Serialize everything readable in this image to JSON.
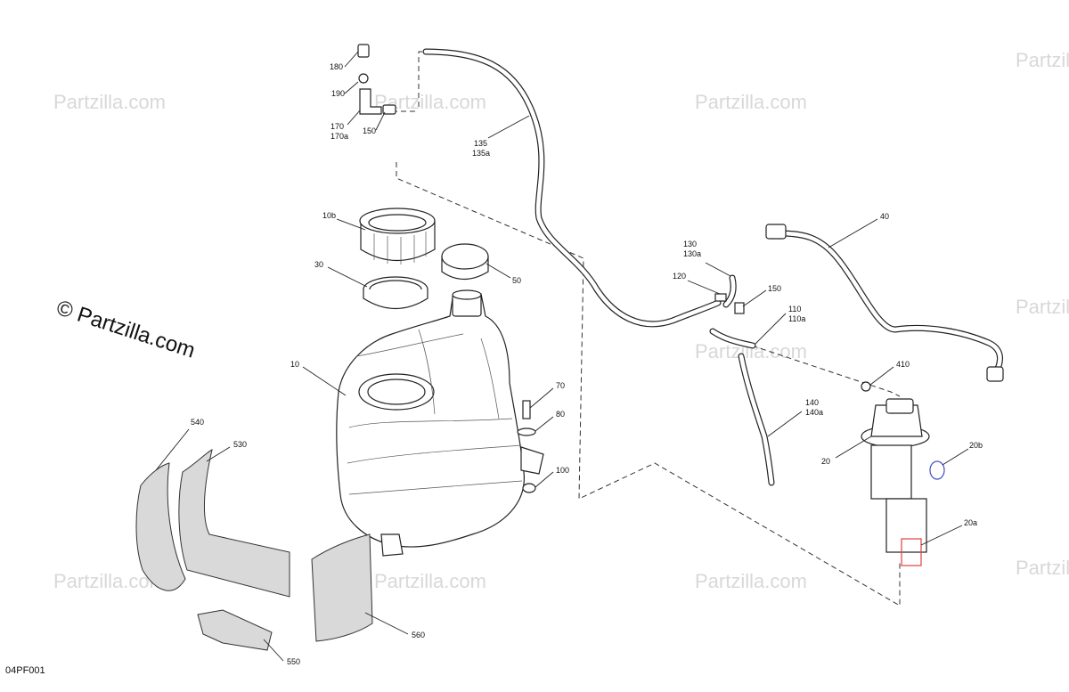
{
  "watermark": {
    "text": "© Partzilla.com",
    "repeat_text": "Partzilla.com"
  },
  "diagram_code": "04PF001",
  "callouts": {
    "c180": "180",
    "c190": "190",
    "c170": "170",
    "c170a": "170a",
    "c150_top": "150",
    "c135": "135",
    "c135a": "135a",
    "c10b": "10b",
    "c30": "30",
    "c50": "50",
    "c10": "10",
    "c70": "70",
    "c80": "80",
    "c100": "100",
    "c540": "540",
    "c530": "530",
    "c560": "560",
    "c550": "550",
    "c130": "130",
    "c130a": "130a",
    "c120": "120",
    "c150_mid": "150",
    "c110": "110",
    "c110a": "110a",
    "c40": "40",
    "c410": "410",
    "c140": "140",
    "c140a": "140a",
    "c20": "20",
    "c20b": "20b",
    "c20a": "20a"
  },
  "colors": {
    "line": "#222222",
    "watermark": "#d8d8d8",
    "highlight_red": "#e04040",
    "highlight_blue": "#4050c0"
  }
}
